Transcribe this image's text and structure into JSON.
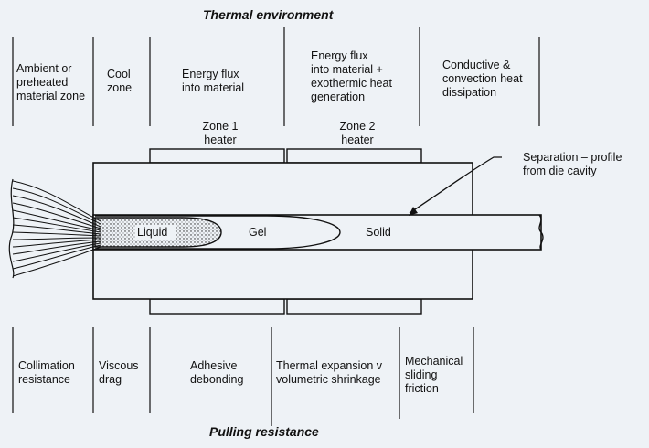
{
  "titles": {
    "top": "Thermal environment",
    "bottom": "Pulling resistance"
  },
  "thermal_zones": [
    "Ambient or\npreheated\nmaterial zone",
    "Cool\nzone",
    "Energy flux\ninto material",
    "Energy flux\ninto material +\nexothermic heat\ngeneration",
    "Conductive &\nconvection heat\ndissipation"
  ],
  "heaters": [
    "Zone 1\nheater",
    "Zone 2\nheater"
  ],
  "states": [
    "Liquid",
    "Gel",
    "Solid"
  ],
  "separation_label": "Separation – profile\nfrom die cavity",
  "pulling_zones": [
    "Collimation\nresistance",
    "Viscous\ndrag",
    "Adhesive\ndebonding",
    "Thermal expansion v\nvolumetric shrinkage",
    "Mechanical\nsliding\nfriction"
  ]
}
